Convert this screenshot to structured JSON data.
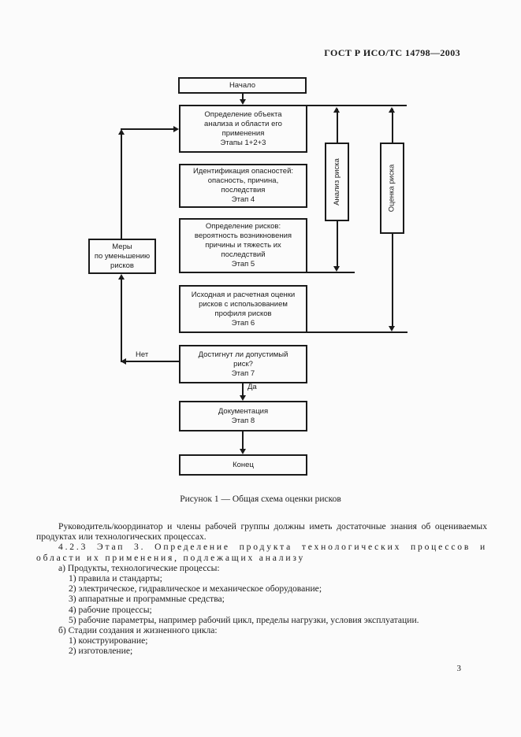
{
  "header": {
    "title": "ГОСТ Р ИСО/ТС 14798—2003"
  },
  "figure": {
    "caption": "Рисунок 1 — Общая схема оценки рисков",
    "nodes": {
      "start": "Начало",
      "scope": "Определение объекта\nанализа и области его\nприменения\nЭтапы 1+2+3",
      "hazard": "Идентификация опасностей:\nопасность, причина,\nпоследствия\nЭтап 4",
      "risk": "Определение рисков:\nвероятность возникновения\nпричины и тяжесть их\nпоследствий\nЭтап 5",
      "estimate": "Исходная и расчетная оценки\nрисков с использованием\nпрофиля рисков\nЭтап 6",
      "acceptable": "Достигнут ли допустимый\nриск?\nЭтап 7",
      "documentation": "Документация\nЭтап 8",
      "end": "Конец",
      "measures": "Меры\nпо уменьшению\nрисков"
    },
    "bars": {
      "analysis": "Анализ риска",
      "evaluation": "Оценка риска"
    },
    "edge_labels": {
      "no": "Нет",
      "yes": "Да"
    }
  },
  "body": {
    "paragraph1": "Руководитель/координатор и члены рабочей группы должны иметь достаточные знания об оцениваемых продуктах или технологических процессах.",
    "heading": "4.2.3 Этап 3. Определение продукта технологических процессов и области их применения, подлежащих анализу",
    "list_a_title": "а) Продукты, технологические процессы:",
    "list_a_items": [
      "1) правила и стандарты;",
      "2) электрическое, гидравлическое и механическое оборудование;",
      "3) аппаратные и программные средства;",
      "4) рабочие процессы;",
      "5) рабочие параметры, например рабочий цикл, пределы нагрузки, условия эксплуатации."
    ],
    "list_b_title": "б) Стадии создания и жизненного цикла:",
    "list_b_items": [
      "1) конструирование;",
      "2) изготовление;"
    ]
  },
  "footer": {
    "page_number": "3"
  }
}
